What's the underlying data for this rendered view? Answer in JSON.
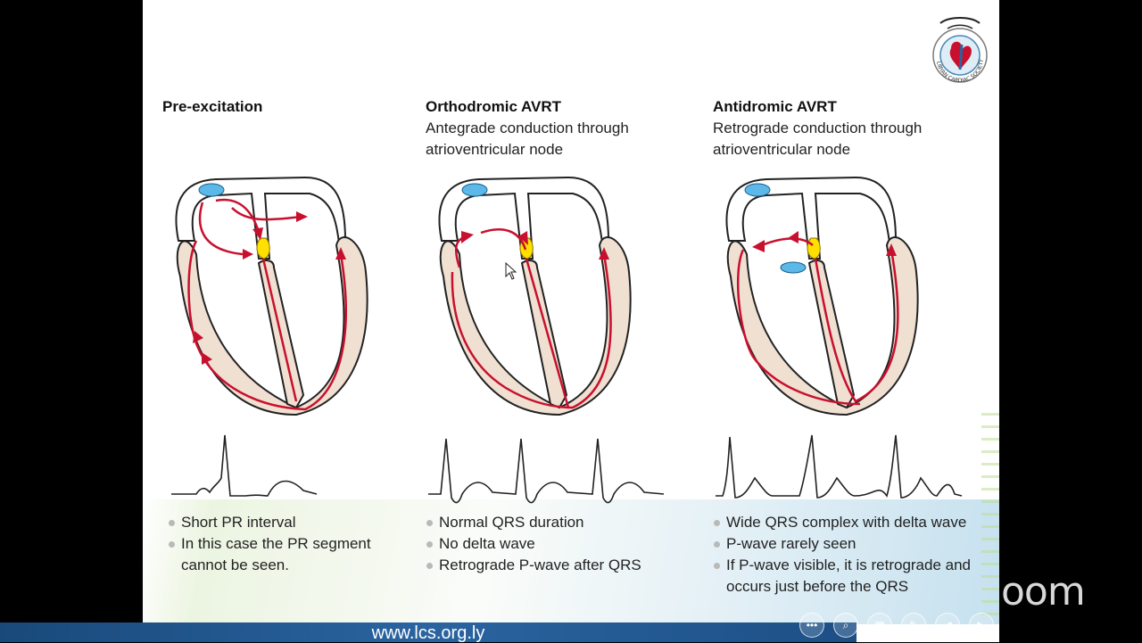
{
  "slide": {
    "columns": [
      {
        "title": "Pre-excitation",
        "subtitle": "",
        "bullets": [
          "Short PR interval",
          "In this case the PR segment cannot be seen."
        ]
      },
      {
        "title": "Orthodromic AVRT",
        "subtitle": "Antegrade conduction through\natrioventricular node",
        "bullets": [
          "Normal QRS duration",
          "No delta wave",
          "Retrograde P-wave after QRS"
        ]
      },
      {
        "title": "Antidromic AVRT",
        "subtitle": "Retrograde conduction through\natrioventricular node",
        "bullets": [
          "Wide QRS complex with delta wave",
          "P-wave rarely seen",
          "If P-wave visible, it is retrograde and occurs just before the QRS"
        ]
      }
    ],
    "footer_url": "www.lcs.org.ly",
    "logo_text": "LIBYAN CARDIAC SOCIETY"
  },
  "overlay": {
    "app_watermark": "oom"
  },
  "colors": {
    "conduction_arrow": "#c8102e",
    "heart_wall": "#f0e0d2",
    "av_node": "#ffe000",
    "sa_node": "#5bb8e8",
    "footer_bar": "#2a64a0"
  },
  "icons": [
    "more-icon",
    "zoom-icon",
    "slides-icon",
    "pen-icon",
    "prev-icon",
    "next-icon",
    "mouse-cursor-icon",
    "society-logo"
  ]
}
